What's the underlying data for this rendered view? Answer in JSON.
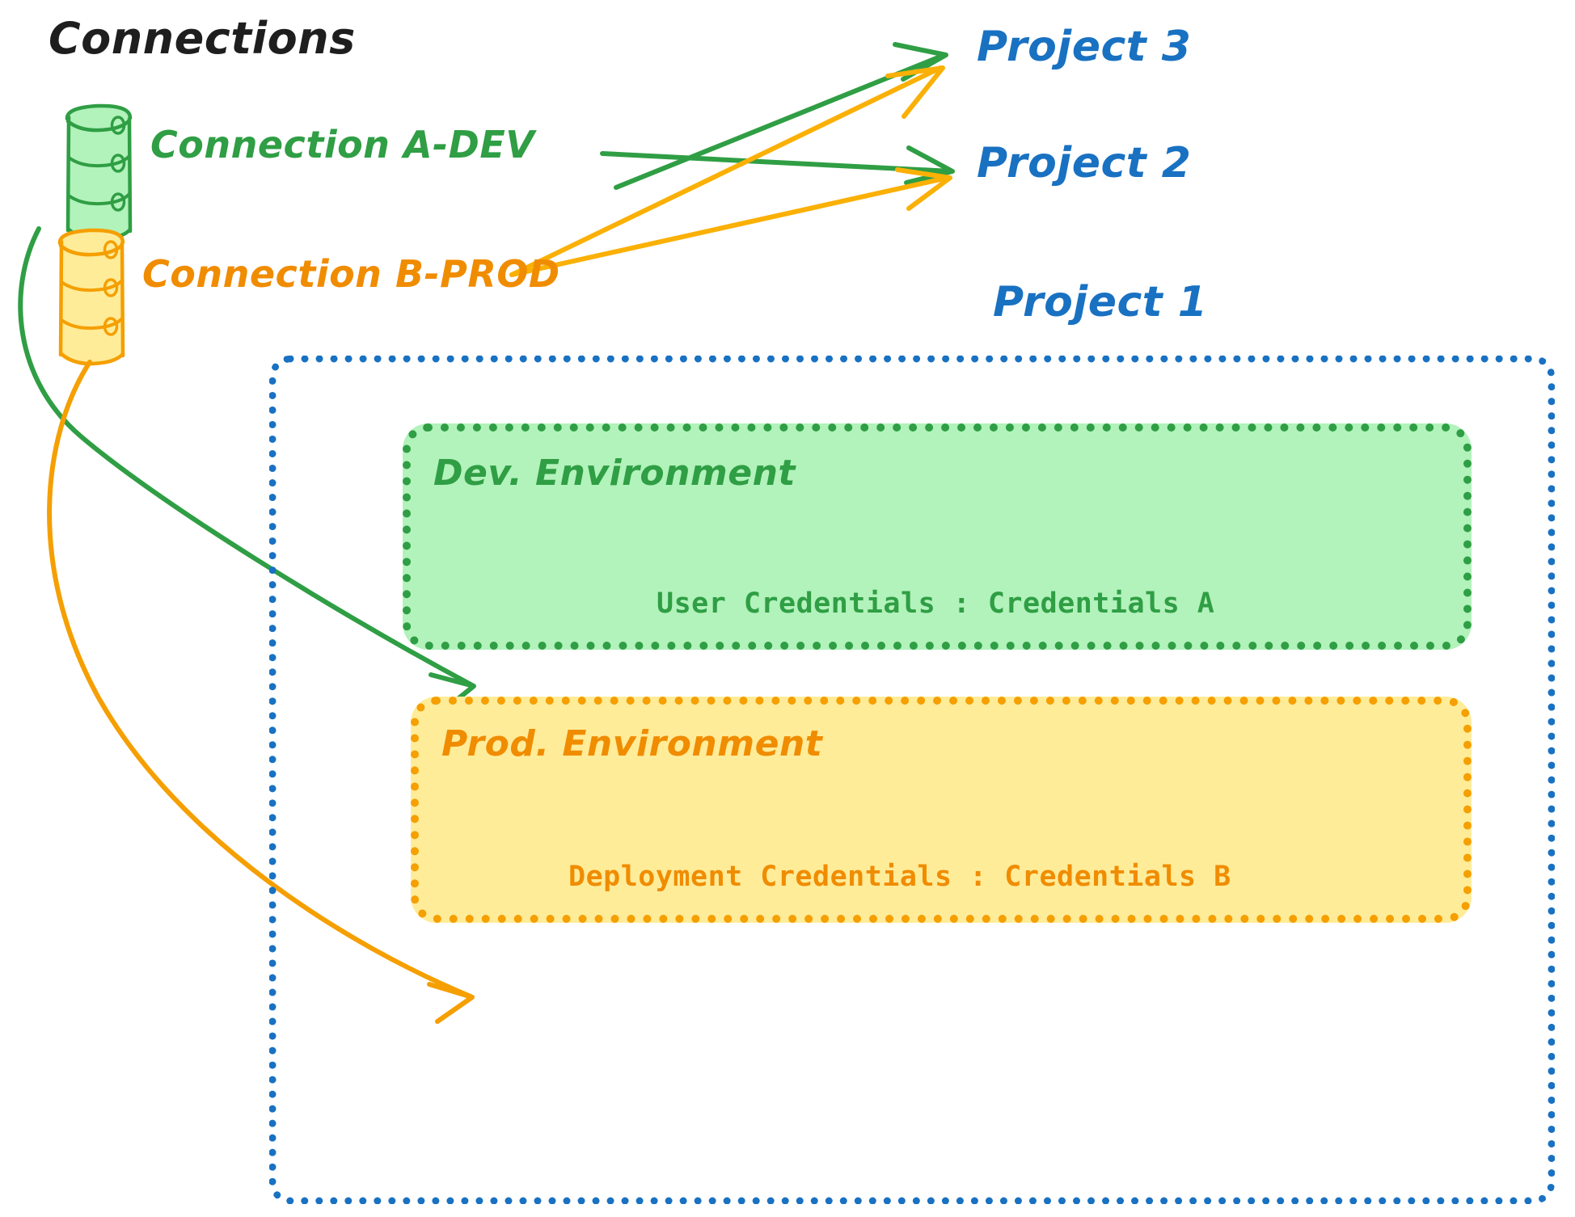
{
  "diagram": {
    "title": "Connections",
    "connections": [
      {
        "id": "a-dev",
        "label": "Connection A-DEV",
        "icon": "database-cylinder-icon",
        "color": "#2f9e44",
        "fill": "#b2f2bb",
        "targets": [
          "Project 3",
          "Project 2",
          "Dev. Environment"
        ]
      },
      {
        "id": "b-prod",
        "label": "Connection B-PROD",
        "icon": "database-cylinder-icon",
        "color": "#f08c00",
        "fill": "#ffec99",
        "targets": [
          "Project 3",
          "Project 2",
          "Prod. Environment"
        ]
      }
    ],
    "projects": [
      {
        "id": "project-3",
        "label": "Project 3",
        "color": "#1971c2"
      },
      {
        "id": "project-2",
        "label": "Project 2",
        "color": "#1971c2"
      },
      {
        "id": "project-1",
        "label": "Project 1",
        "color": "#1971c2"
      }
    ],
    "project1_container": {
      "label": "Project 1",
      "border_color": "#1971c2",
      "border_style": "dotted",
      "environments": [
        {
          "id": "dev-environment",
          "title": "Dev. Environment",
          "credential_label": "User Credentials",
          "credential_separator": ":",
          "credential_value": "Credentials A",
          "credential_line": "User Credentials : Credentials A",
          "fill": "#b2f2bb",
          "border_color": "#2f9e44"
        },
        {
          "id": "prod-environment",
          "title": "Prod. Environment",
          "credential_label": "Deployment Credentials",
          "credential_separator": ":",
          "credential_value": "Credentials B",
          "credential_line": "Deployment Credentials : Credentials B",
          "fill": "#ffec99",
          "border_color": "#f08c00"
        }
      ]
    },
    "colors": {
      "green_stroke": "#2f9e44",
      "green_fill": "#b2f2bb",
      "orange_stroke": "#f08c00",
      "orange_fill": "#ffec99",
      "arrow_yellow": "#fab005",
      "blue": "#1971c2",
      "black": "#1e1e1e"
    }
  }
}
